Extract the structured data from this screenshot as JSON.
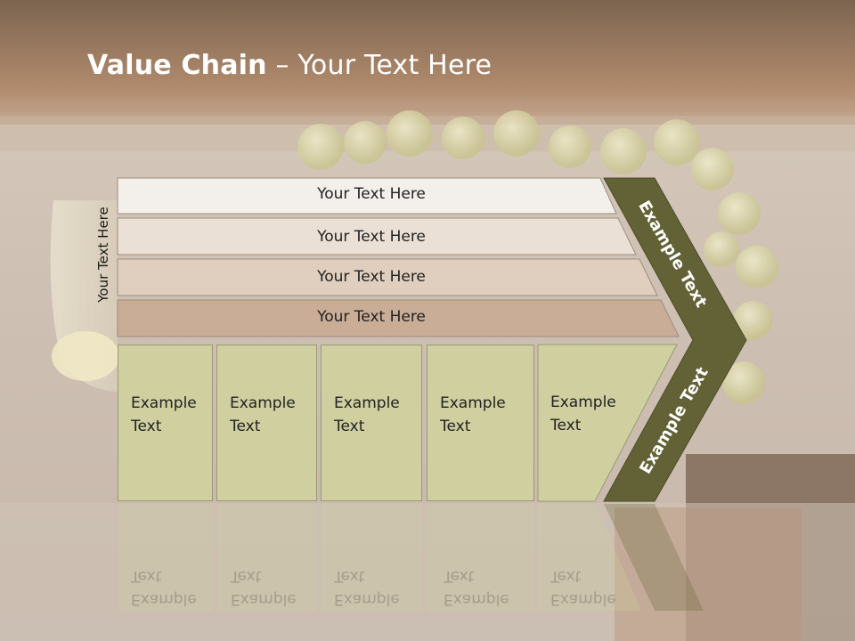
{
  "slide": {
    "title_bold": "Value Chain",
    "title_rest": " – Your Text Here",
    "vertical_label": "Your Text Here",
    "rows": [
      "Your Text Here",
      "Your Text Here",
      "Your Text Here",
      "Your Text Here"
    ],
    "cards": [
      "Example Text",
      "Example Text",
      "Example Text",
      "Example Text",
      "Example Text"
    ],
    "chevron_top": "Example Text",
    "chevron_bottom": "Example Text",
    "card_line1": "Example",
    "card_line2": "Text"
  },
  "colors": {
    "header_top": "#7c6550",
    "header_bottom": "#b08a6c",
    "chevron": "#636236",
    "card": "#cfcfa0",
    "row1": "#f3efea",
    "row2": "#ebe0d6",
    "row3": "#e0cfbf",
    "row4": "#c9ad96"
  }
}
